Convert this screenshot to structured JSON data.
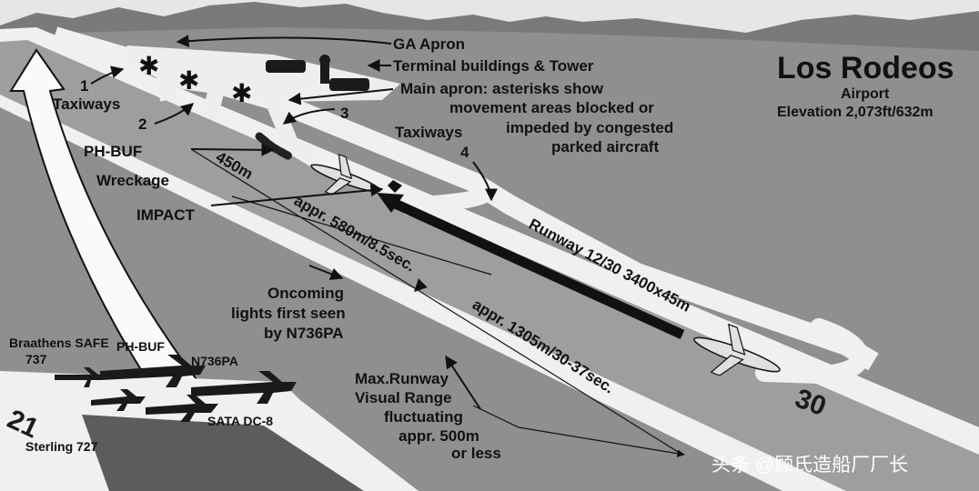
{
  "title": "Los Rodeos",
  "subtitle": "Airport",
  "elevation": "Elevation 2,073ft/632m",
  "labels": {
    "ga_apron": "GA Apron",
    "terminal": "Terminal buildings & Tower",
    "main_apron_1": "Main apron: asterisks show",
    "main_apron_2": "movement areas blocked or",
    "main_apron_3": "impeded by congested",
    "main_apron_4": "parked aircraft",
    "taxiways_left": "Taxiways",
    "taxiways_right": "Taxiways",
    "num_1": "1",
    "num_2": "2",
    "num_3": "3",
    "num_4": "4",
    "ph_buf_wreck": "PH-BUF",
    "wreckage": "Wreckage",
    "dist_450": "450m",
    "impact": "IMPACT",
    "dist_580": "appr. 580m/8.5sec.",
    "oncoming_1": "Oncoming",
    "oncoming_2": "lights first seen",
    "oncoming_3": "by N736PA",
    "dist_1305": "appr. 1305m/30-37sec.",
    "runway": "Runway 12/30  3400x45m",
    "rvr_1": "Max.Runway",
    "rvr_2": "Visual Range",
    "rvr_3": "fluctuating",
    "rvr_4": "appr. 500m",
    "rvr_5": "or less",
    "braathens_1": "Braathens SAFE",
    "braathens_2": "737",
    "ph_buf_parked": "PH-BUF",
    "n736pa": "N736PA",
    "sata": "SATA DC-8",
    "sterling": "Sterling 727",
    "rwy_21": "21",
    "rwy_30": "30",
    "asterisk": "✱"
  },
  "watermark": "头条 @顾氏造船厂厂长",
  "colors": {
    "ground": "#8f8f8f",
    "pavement": "#eeeeee",
    "runway": "#9e9e9e",
    "mountain": "#7a7a7a",
    "sky": "#e6e6e6",
    "ink": "#111111"
  }
}
